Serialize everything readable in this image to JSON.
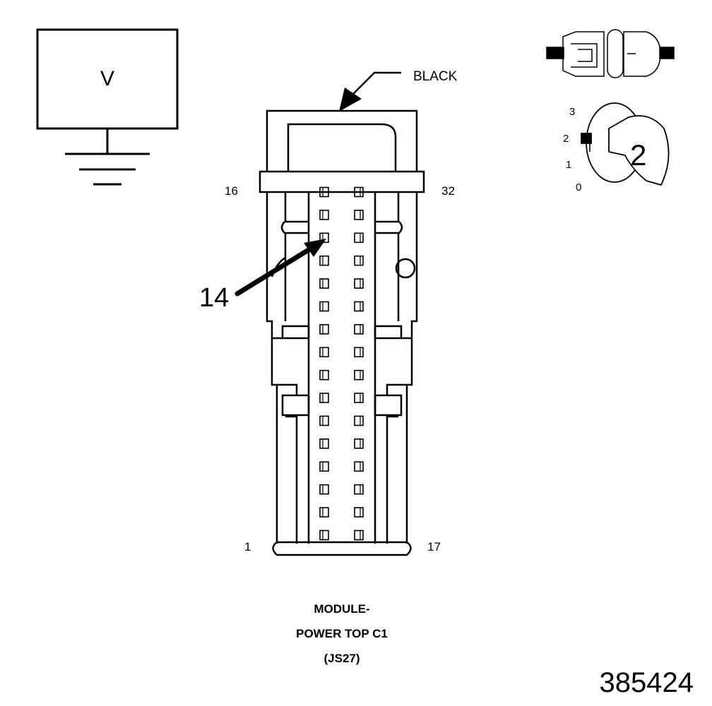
{
  "meter": {
    "symbol": "V"
  },
  "connector": {
    "color_label": "BLACK",
    "pin_labels": {
      "top_left": "16",
      "top_right": "32",
      "bottom_left": "1",
      "bottom_right": "17"
    },
    "callout_pin": "14",
    "pins_per_column": 16
  },
  "ignition": {
    "positions": [
      "3",
      "2",
      "1",
      "0"
    ],
    "key_position": "2"
  },
  "caption": {
    "line1": "MODULE-",
    "line2": "POWER TOP C1",
    "line3": "(JS27)"
  },
  "figure_number": "385424",
  "colors": {
    "ink": "#000000",
    "paper": "#ffffff"
  }
}
